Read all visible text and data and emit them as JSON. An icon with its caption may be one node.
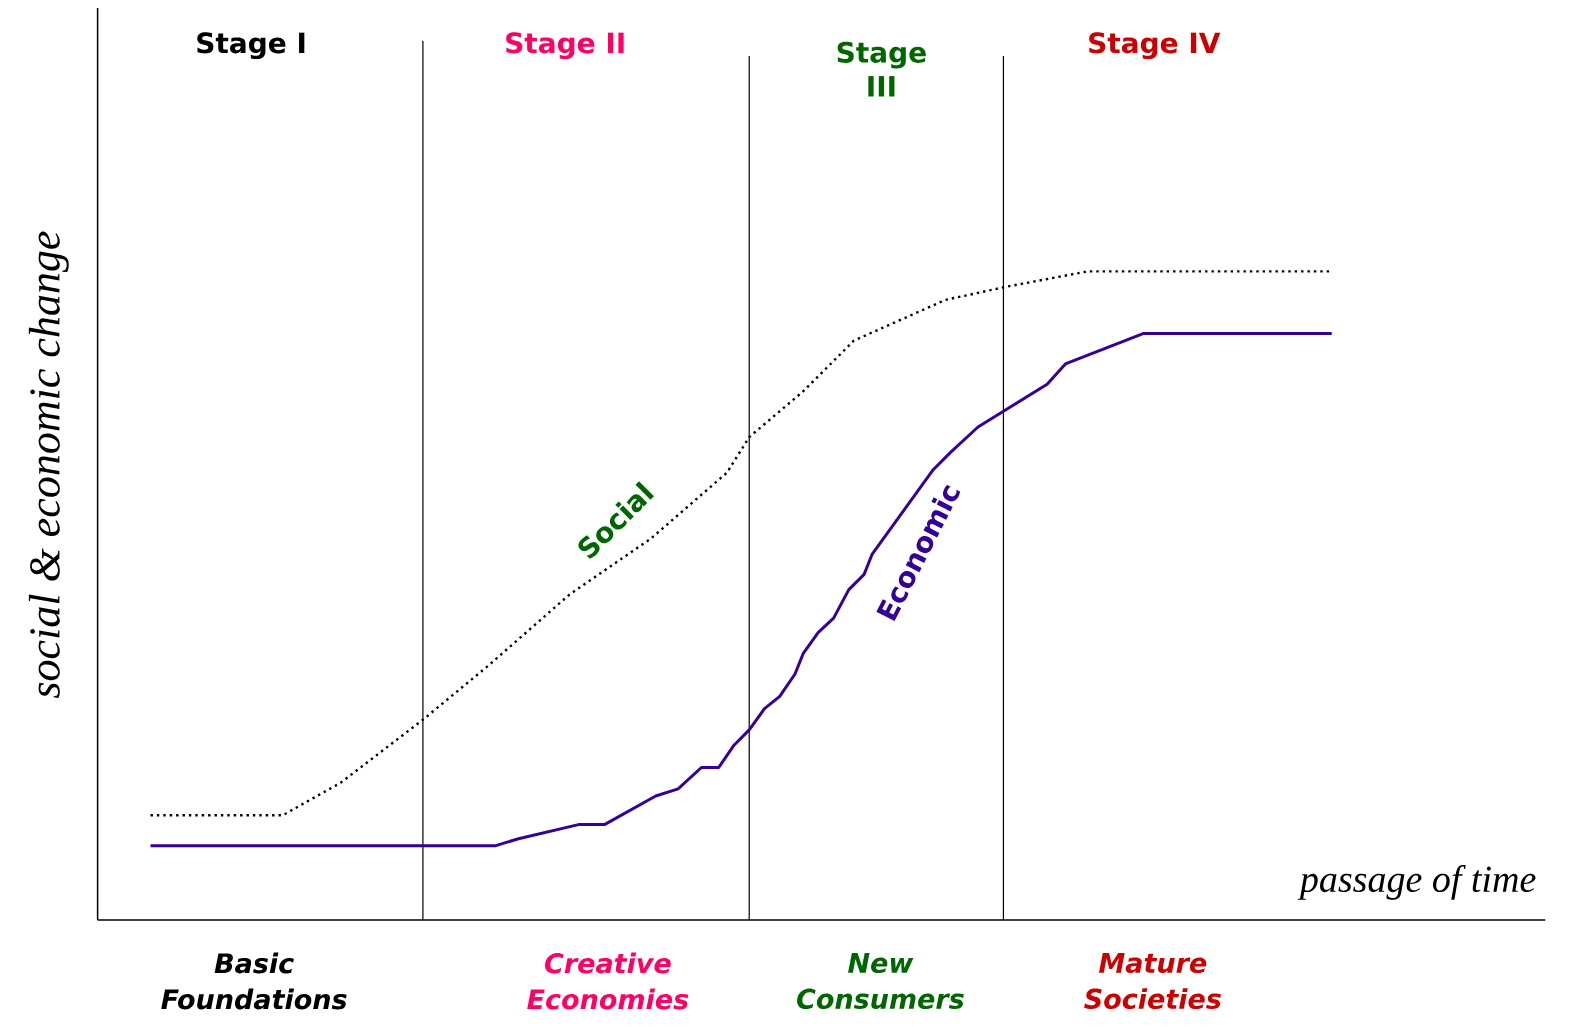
{
  "diagram": {
    "labels": [
      "Stage I",
      "Stage II",
      "Stage III",
      "Stage IV",
      "social & economic change",
      "Social",
      "Economic",
      "passage of time",
      "Basic Foundations",
      "Creative Economies",
      "New Consumers",
      "Mature Societies"
    ]
  }
}
